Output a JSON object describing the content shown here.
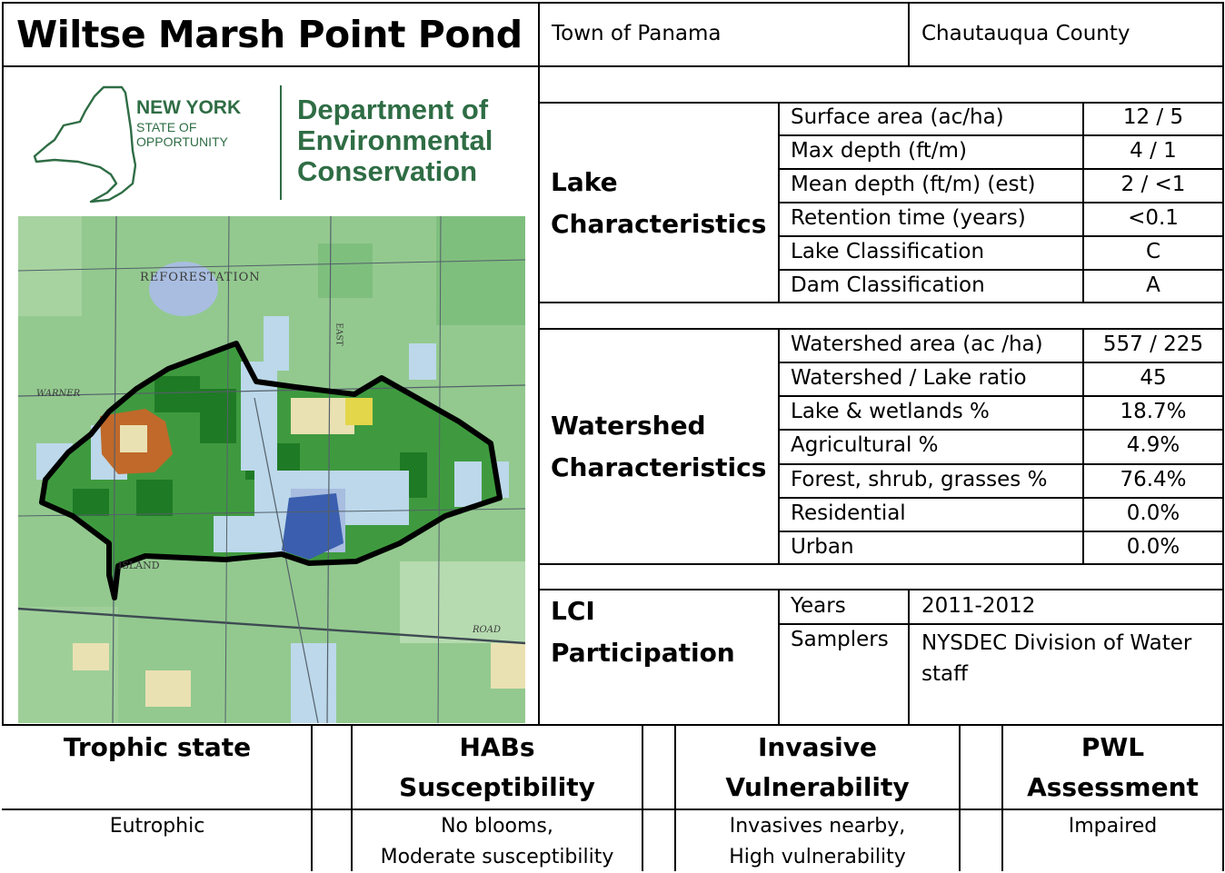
{
  "title": "Wiltse Marsh Point Pond",
  "town": "Town of Panama",
  "county": "Chautauqua County",
  "logo": {
    "state_line1": "NEW YORK",
    "state_line2": "STATE OF",
    "state_line3": "OPPORTUNITY",
    "dept_line1": "Department of",
    "dept_line2": "Environmental",
    "dept_line3": "Conservation"
  },
  "map": {
    "label_reforestation": "REFORESTATION",
    "label_warner": "WARNER",
    "label_island": "ISLAND",
    "label_road": "ROAD",
    "label_east": "EAST"
  },
  "lake": {
    "heading_line1": "Lake",
    "heading_line2": "Characteristics",
    "rows": [
      {
        "label": "Surface area (ac/ha)",
        "value": "12 / 5"
      },
      {
        "label": "Max depth (ft/m)",
        "value": "4 / 1"
      },
      {
        "label": "Mean depth (ft/m) (est)",
        "value": "2 / <1"
      },
      {
        "label": "Retention time (years)",
        "value": "<0.1"
      },
      {
        "label": "Lake Classification",
        "value": "C"
      },
      {
        "label": "Dam Classification",
        "value": "A"
      }
    ]
  },
  "watershed": {
    "heading_line1": "Watershed",
    "heading_line2": "Characteristics",
    "rows": [
      {
        "label": "Watershed area (ac /ha)",
        "value": "557 / 225"
      },
      {
        "label": "Watershed / Lake ratio",
        "value": "45"
      },
      {
        "label": "Lake & wetlands %",
        "value": "18.7%"
      },
      {
        "label": "Agricultural %",
        "value": "4.9%"
      },
      {
        "label": "Forest, shrub, grasses %",
        "value": "76.4%"
      },
      {
        "label": "Residential",
        "value": "0.0%"
      },
      {
        "label": "Urban",
        "value": "0.0%"
      }
    ]
  },
  "lci": {
    "heading_line1": "LCI",
    "heading_line2": "Participation",
    "years_label": "Years",
    "years_value": "2011-2012",
    "samplers_label": "Samplers",
    "samplers_value": "NYSDEC Division of Water staff"
  },
  "bottom": {
    "trophic": {
      "head1": "Trophic state",
      "head2": "",
      "value1": "Eutrophic",
      "value2": ""
    },
    "habs": {
      "head1": "HABs",
      "head2": "Susceptibility",
      "value1": "No blooms,",
      "value2": "Moderate susceptibility"
    },
    "invasive": {
      "head1": "Invasive",
      "head2": "Vulnerability",
      "value1": "Invasives nearby,",
      "value2": "High vulnerability"
    },
    "pwl": {
      "head1": "PWL",
      "head2": "Assessment",
      "value1": "Impaired",
      "value2": ""
    }
  },
  "colors": {
    "dec_green": "#2f6d45",
    "forest": "#3f9a3f",
    "forest_dark": "#1f7a25",
    "background_map": "#93c98f",
    "wetland": "#bcd8ea",
    "water": "#3b5fae",
    "agri": "#c0692a",
    "grass": "#e9e1b2"
  }
}
